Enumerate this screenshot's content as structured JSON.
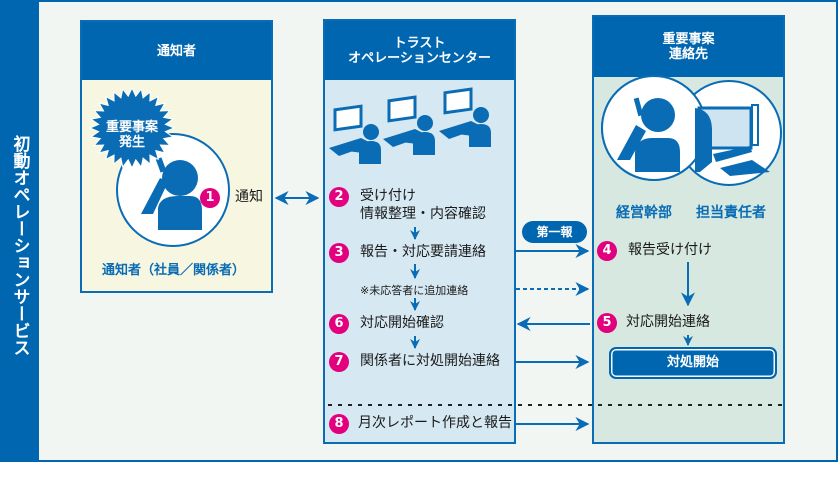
{
  "sidebar": {
    "label": "初動オペレーションサービス"
  },
  "columns": {
    "notifier": {
      "header": "通知者",
      "burst_line1": "重要事案",
      "burst_line2": "発生",
      "caption": "通知者（社員／関係者）",
      "step1": {
        "num": "1",
        "label": "通知"
      }
    },
    "center": {
      "header_line1": "トラスト",
      "header_line2": "オペレーションセンター",
      "steps": [
        {
          "num": "2",
          "label": "受け付け",
          "sub": "情報整理・内容確認"
        },
        {
          "num": "3",
          "label": "報告・対応要請連絡"
        },
        {
          "num": "",
          "label": "※未応答者に追加連絡"
        },
        {
          "num": "6",
          "label": "対応開始確認"
        },
        {
          "num": "7",
          "label": "関係者に対処開始連絡"
        },
        {
          "num": "8",
          "label": "月次レポート作成と報告"
        }
      ]
    },
    "contacts": {
      "header_line1": "重要事案",
      "header_line2": "連絡先",
      "caption_left": "経営幹部",
      "caption_right": "担当責任者",
      "steps": [
        {
          "num": "4",
          "label": "報告受け付け"
        },
        {
          "num": "5",
          "label": "対応開始連絡"
        }
      ],
      "action_label": "対処開始"
    }
  },
  "first_report_badge": "第一報",
  "colors": {
    "brand_blue": "#0066b0",
    "step_magenta": "#e2007e",
    "notifier_bg": "#f6f6e1",
    "center_bg": "#d6e8f2",
    "contacts_bg": "#d6e8e0",
    "frame_bg": "#f1f6f3"
  }
}
